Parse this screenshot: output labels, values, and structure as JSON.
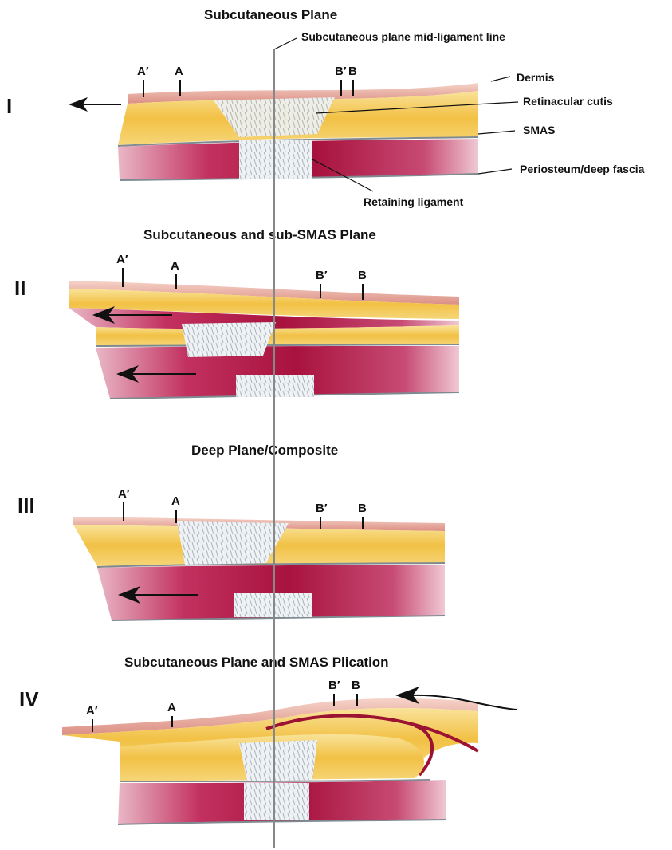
{
  "title_line": "Subcutaneous plane mid-ligament line",
  "layer_labels": {
    "dermis": "Dermis",
    "retinacular_cutis": "Retinacular cutis",
    "smas": "SMAS",
    "periosteum": "Periosteum/deep fascia",
    "retaining_ligament": "Retaining ligament"
  },
  "panels": [
    {
      "numeral": "I",
      "title": "Subcutaneous Plane",
      "points": {
        "a_prime": "A′",
        "a": "A",
        "b_prime": "B′",
        "b": "B"
      }
    },
    {
      "numeral": "II",
      "title": "Subcutaneous and sub-SMAS Plane",
      "points": {
        "a_prime": "A′",
        "a": "A",
        "b_prime": "B′",
        "b": "B"
      }
    },
    {
      "numeral": "III",
      "title": "Deep Plane/Composite",
      "points": {
        "a_prime": "A′",
        "a": "A",
        "b_prime": "B′",
        "b": "B"
      }
    },
    {
      "numeral": "IV",
      "title": "Subcutaneous Plane and SMAS Plication",
      "points": {
        "a_prime": "A′",
        "a": "A",
        "b_prime": "B′",
        "b": "B"
      }
    }
  ],
  "colors": {
    "dermis": "#e8a38f",
    "fat": "#f3c24a",
    "fat_light": "#f8e08a",
    "sub_smas": "#b21a45",
    "ligament": "#e9eef2",
    "line": "#555555"
  }
}
